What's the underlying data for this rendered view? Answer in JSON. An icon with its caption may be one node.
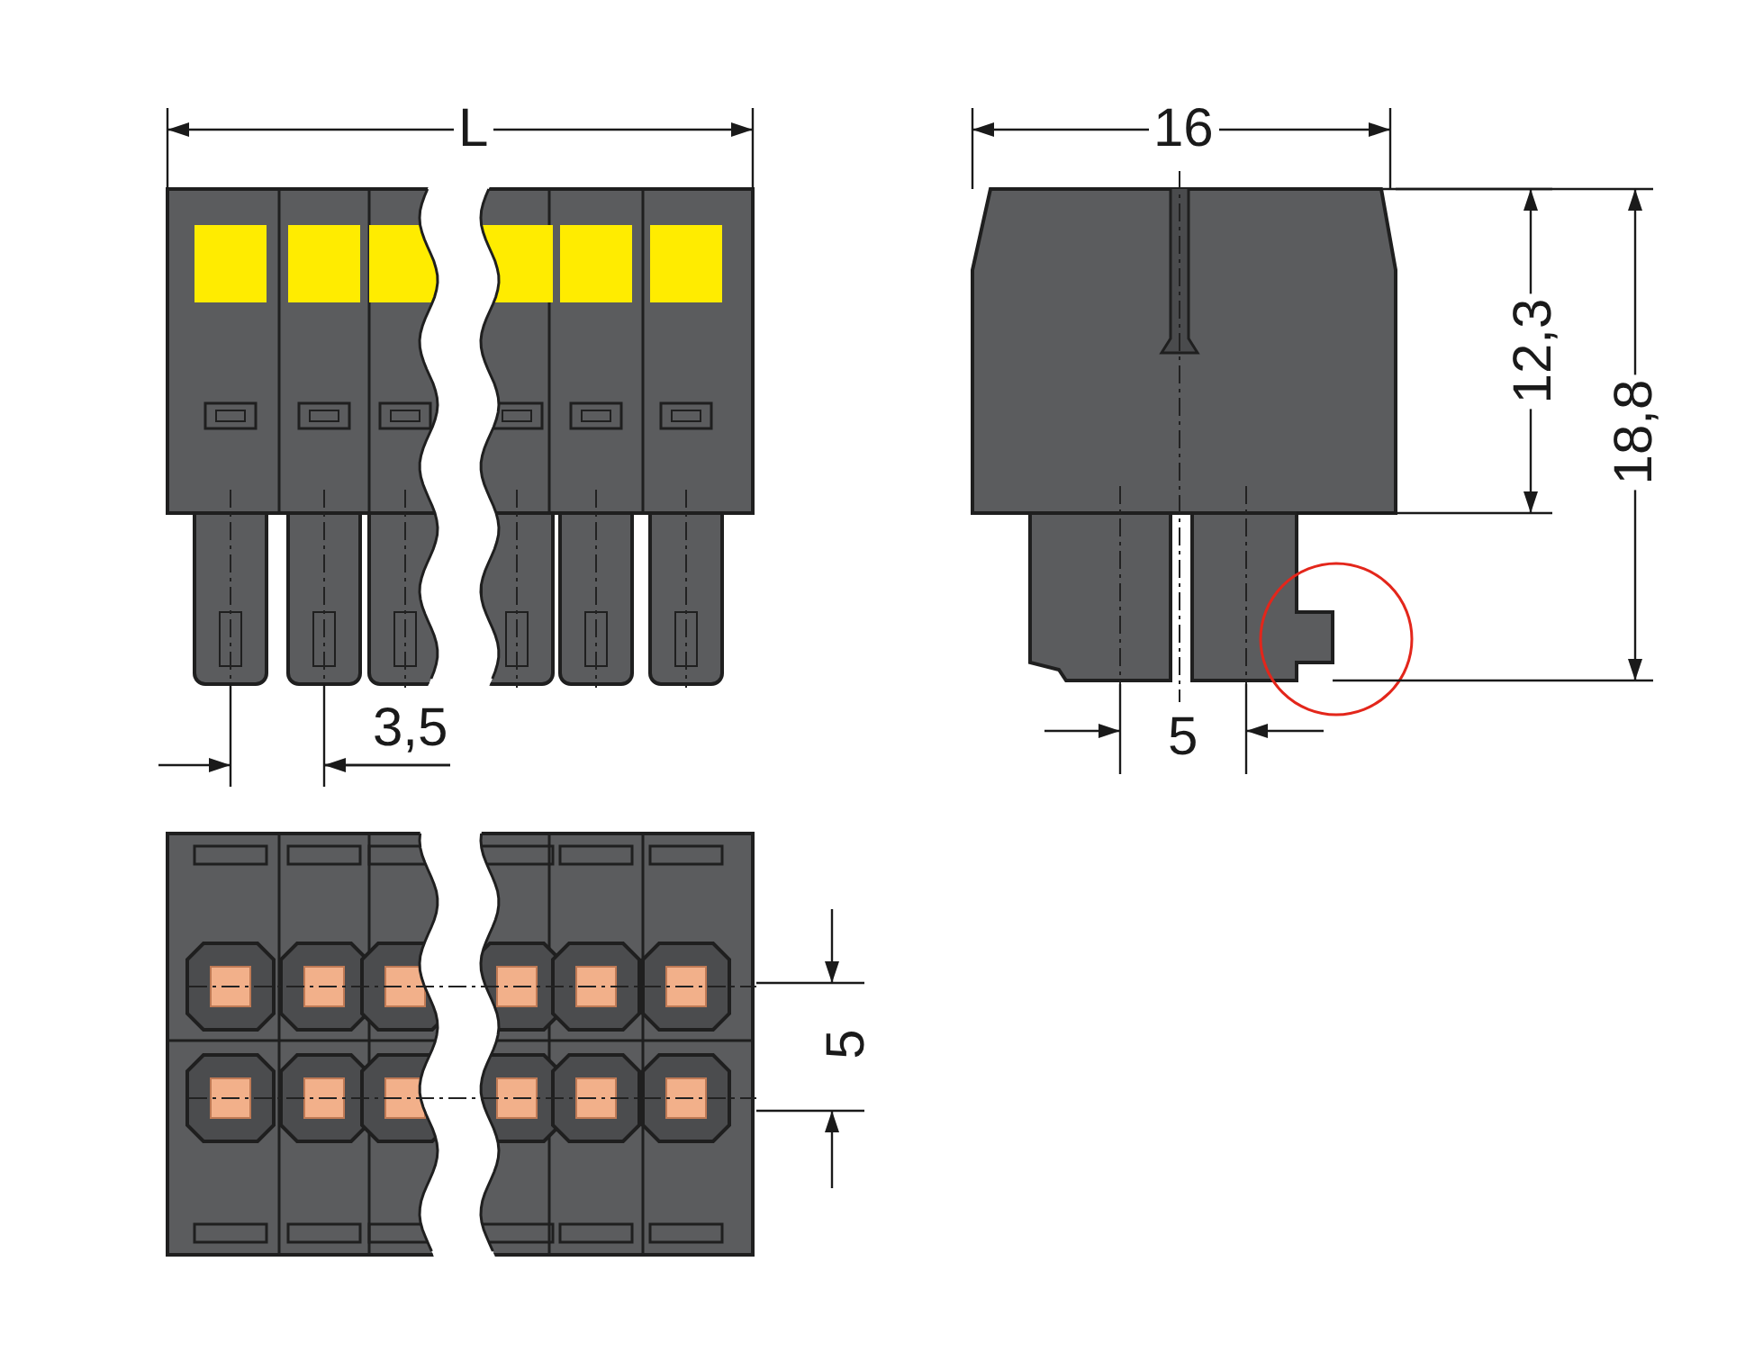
{
  "diagram": {
    "labels": [
      "L",
      "16",
      "12,3",
      "18,8",
      "3,5",
      "5",
      "5"
    ]
  }
}
